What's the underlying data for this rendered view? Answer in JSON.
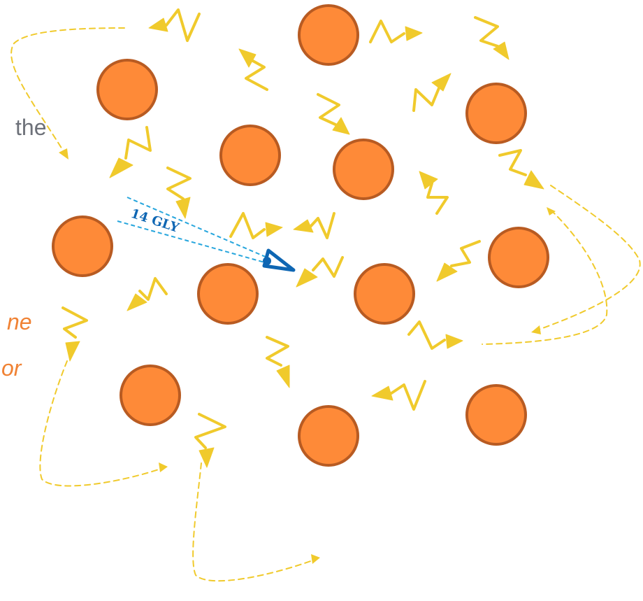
{
  "clipped_text": {
    "line1": "the",
    "line2": "ne",
    "line3": "or"
  },
  "observer": {
    "distance_label": "14 GLY"
  },
  "colors": {
    "star_fill": "#fe8a38",
    "star_outline": "#b85b22",
    "photon": "#f0ca2c",
    "sight_line": "#27a6dd",
    "observer": "#0e66b3",
    "clipped_gray_text": "#6d7179",
    "clipped_orange_text": "#f08234"
  },
  "icons": {
    "observer": "eye-icon",
    "photon": "wavy-arrow-icon"
  }
}
